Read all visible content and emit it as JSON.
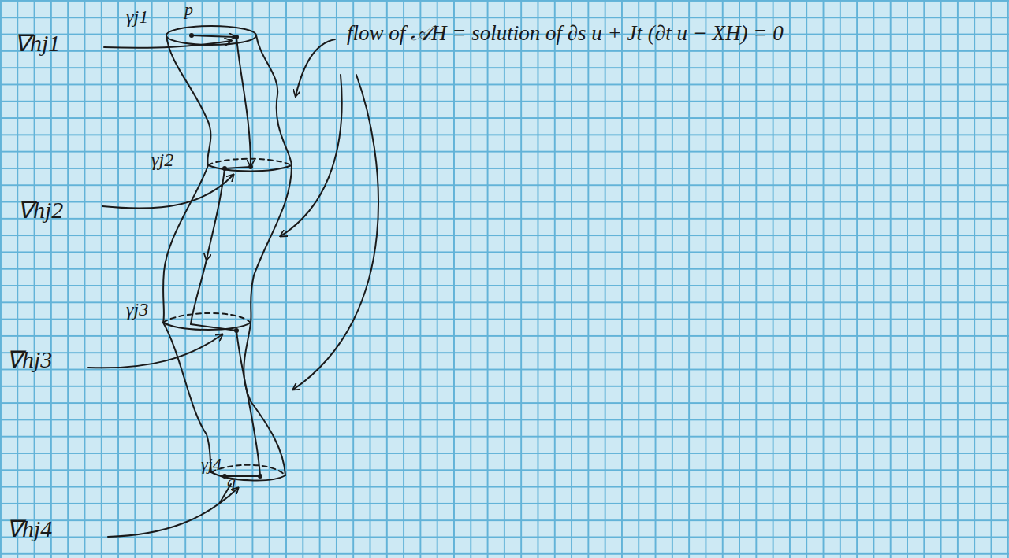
{
  "diagram": {
    "labels": [
      "p",
      "γj1",
      "∇hj1",
      "flow of 𝒜H = solution of ∂s u + Jt (∂t u − XH) = 0",
      "γj2",
      "∇hj2",
      "γj3",
      "∇hj3",
      "γj4",
      "q",
      "∇hj4"
    ]
  }
}
